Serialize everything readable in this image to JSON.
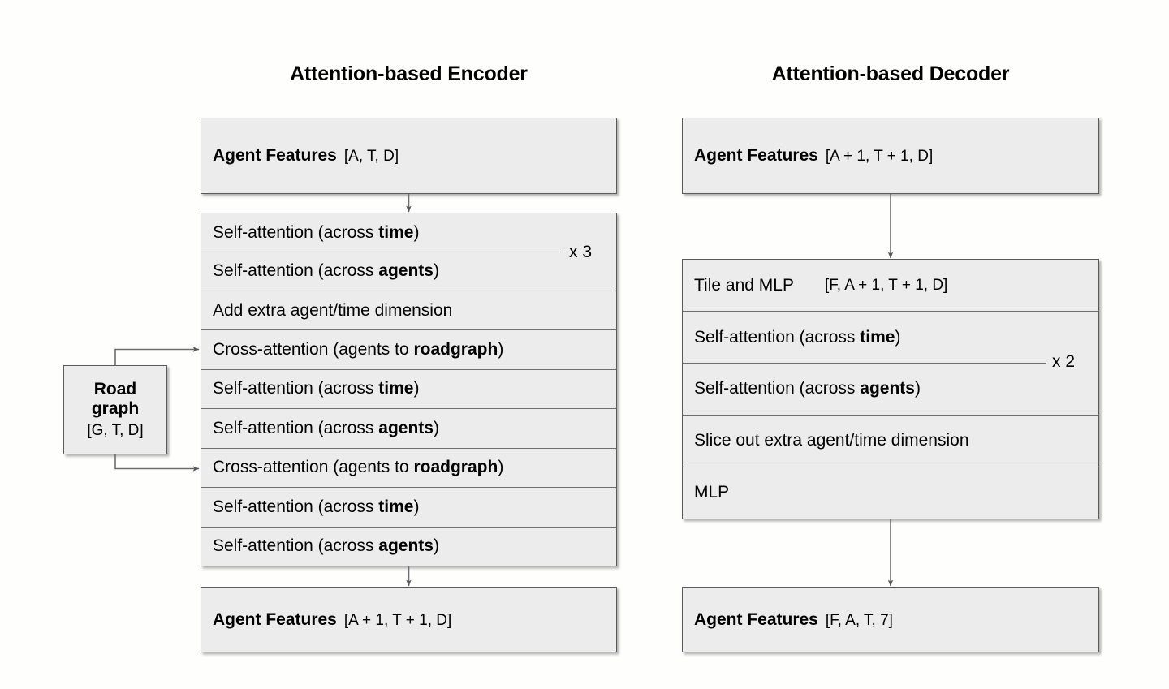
{
  "encoder": {
    "title": "Attention-based Encoder",
    "input": {
      "name": "Agent Features",
      "shape": "[A, T, D]"
    },
    "layers": [
      {
        "text_pre": "Self-attention (across ",
        "text_bold": "time",
        "text_post": ")"
      },
      {
        "text_pre": "Self-attention (across ",
        "text_bold": "agents",
        "text_post": ")"
      },
      {
        "text_pre": "Add extra agent/time dimension",
        "text_bold": "",
        "text_post": ""
      },
      {
        "text_pre": "Cross-attention (agents to ",
        "text_bold": "roadgraph",
        "text_post": ")"
      },
      {
        "text_pre": "Self-attention (across ",
        "text_bold": "time",
        "text_post": ")"
      },
      {
        "text_pre": "Self-attention (across ",
        "text_bold": "agents",
        "text_post": ")"
      },
      {
        "text_pre": "Cross-attention (agents to ",
        "text_bold": "roadgraph",
        "text_post": ")"
      },
      {
        "text_pre": "Self-attention (across ",
        "text_bold": "time",
        "text_post": ")"
      },
      {
        "text_pre": "Self-attention (across ",
        "text_bold": "agents",
        "text_post": ")"
      }
    ],
    "repeat_label": "x 3",
    "output": {
      "name": "Agent Features",
      "shape": "[A + 1, T + 1, D]"
    }
  },
  "decoder": {
    "title": "Attention-based Decoder",
    "input": {
      "name": "Agent Features",
      "shape": "[A + 1, T + 1, D]"
    },
    "layers": [
      {
        "text_pre": "Tile and MLP",
        "text_bold": "",
        "text_post": "",
        "shape": "[F, A + 1, T + 1, D]"
      },
      {
        "text_pre": "Self-attention (across ",
        "text_bold": "time",
        "text_post": ")",
        "shape": ""
      },
      {
        "text_pre": "Self-attention (across ",
        "text_bold": "agents",
        "text_post": ")",
        "shape": ""
      },
      {
        "text_pre": "Slice out extra agent/time dimension",
        "text_bold": "",
        "text_post": "",
        "shape": ""
      },
      {
        "text_pre": "MLP",
        "text_bold": "",
        "text_post": "",
        "shape": ""
      }
    ],
    "repeat_label": "x 2",
    "output": {
      "name": "Agent Features",
      "shape": "[F, A, T, 7]"
    }
  },
  "roadgraph": {
    "name_line1": "Road",
    "name_line2": "graph",
    "shape": "[G, T, D]"
  },
  "colors": {
    "box_fill": "#ececec",
    "box_border": "#57595b",
    "connector": "#6b6d6f",
    "background": "#fefefd",
    "text": "#000000"
  }
}
